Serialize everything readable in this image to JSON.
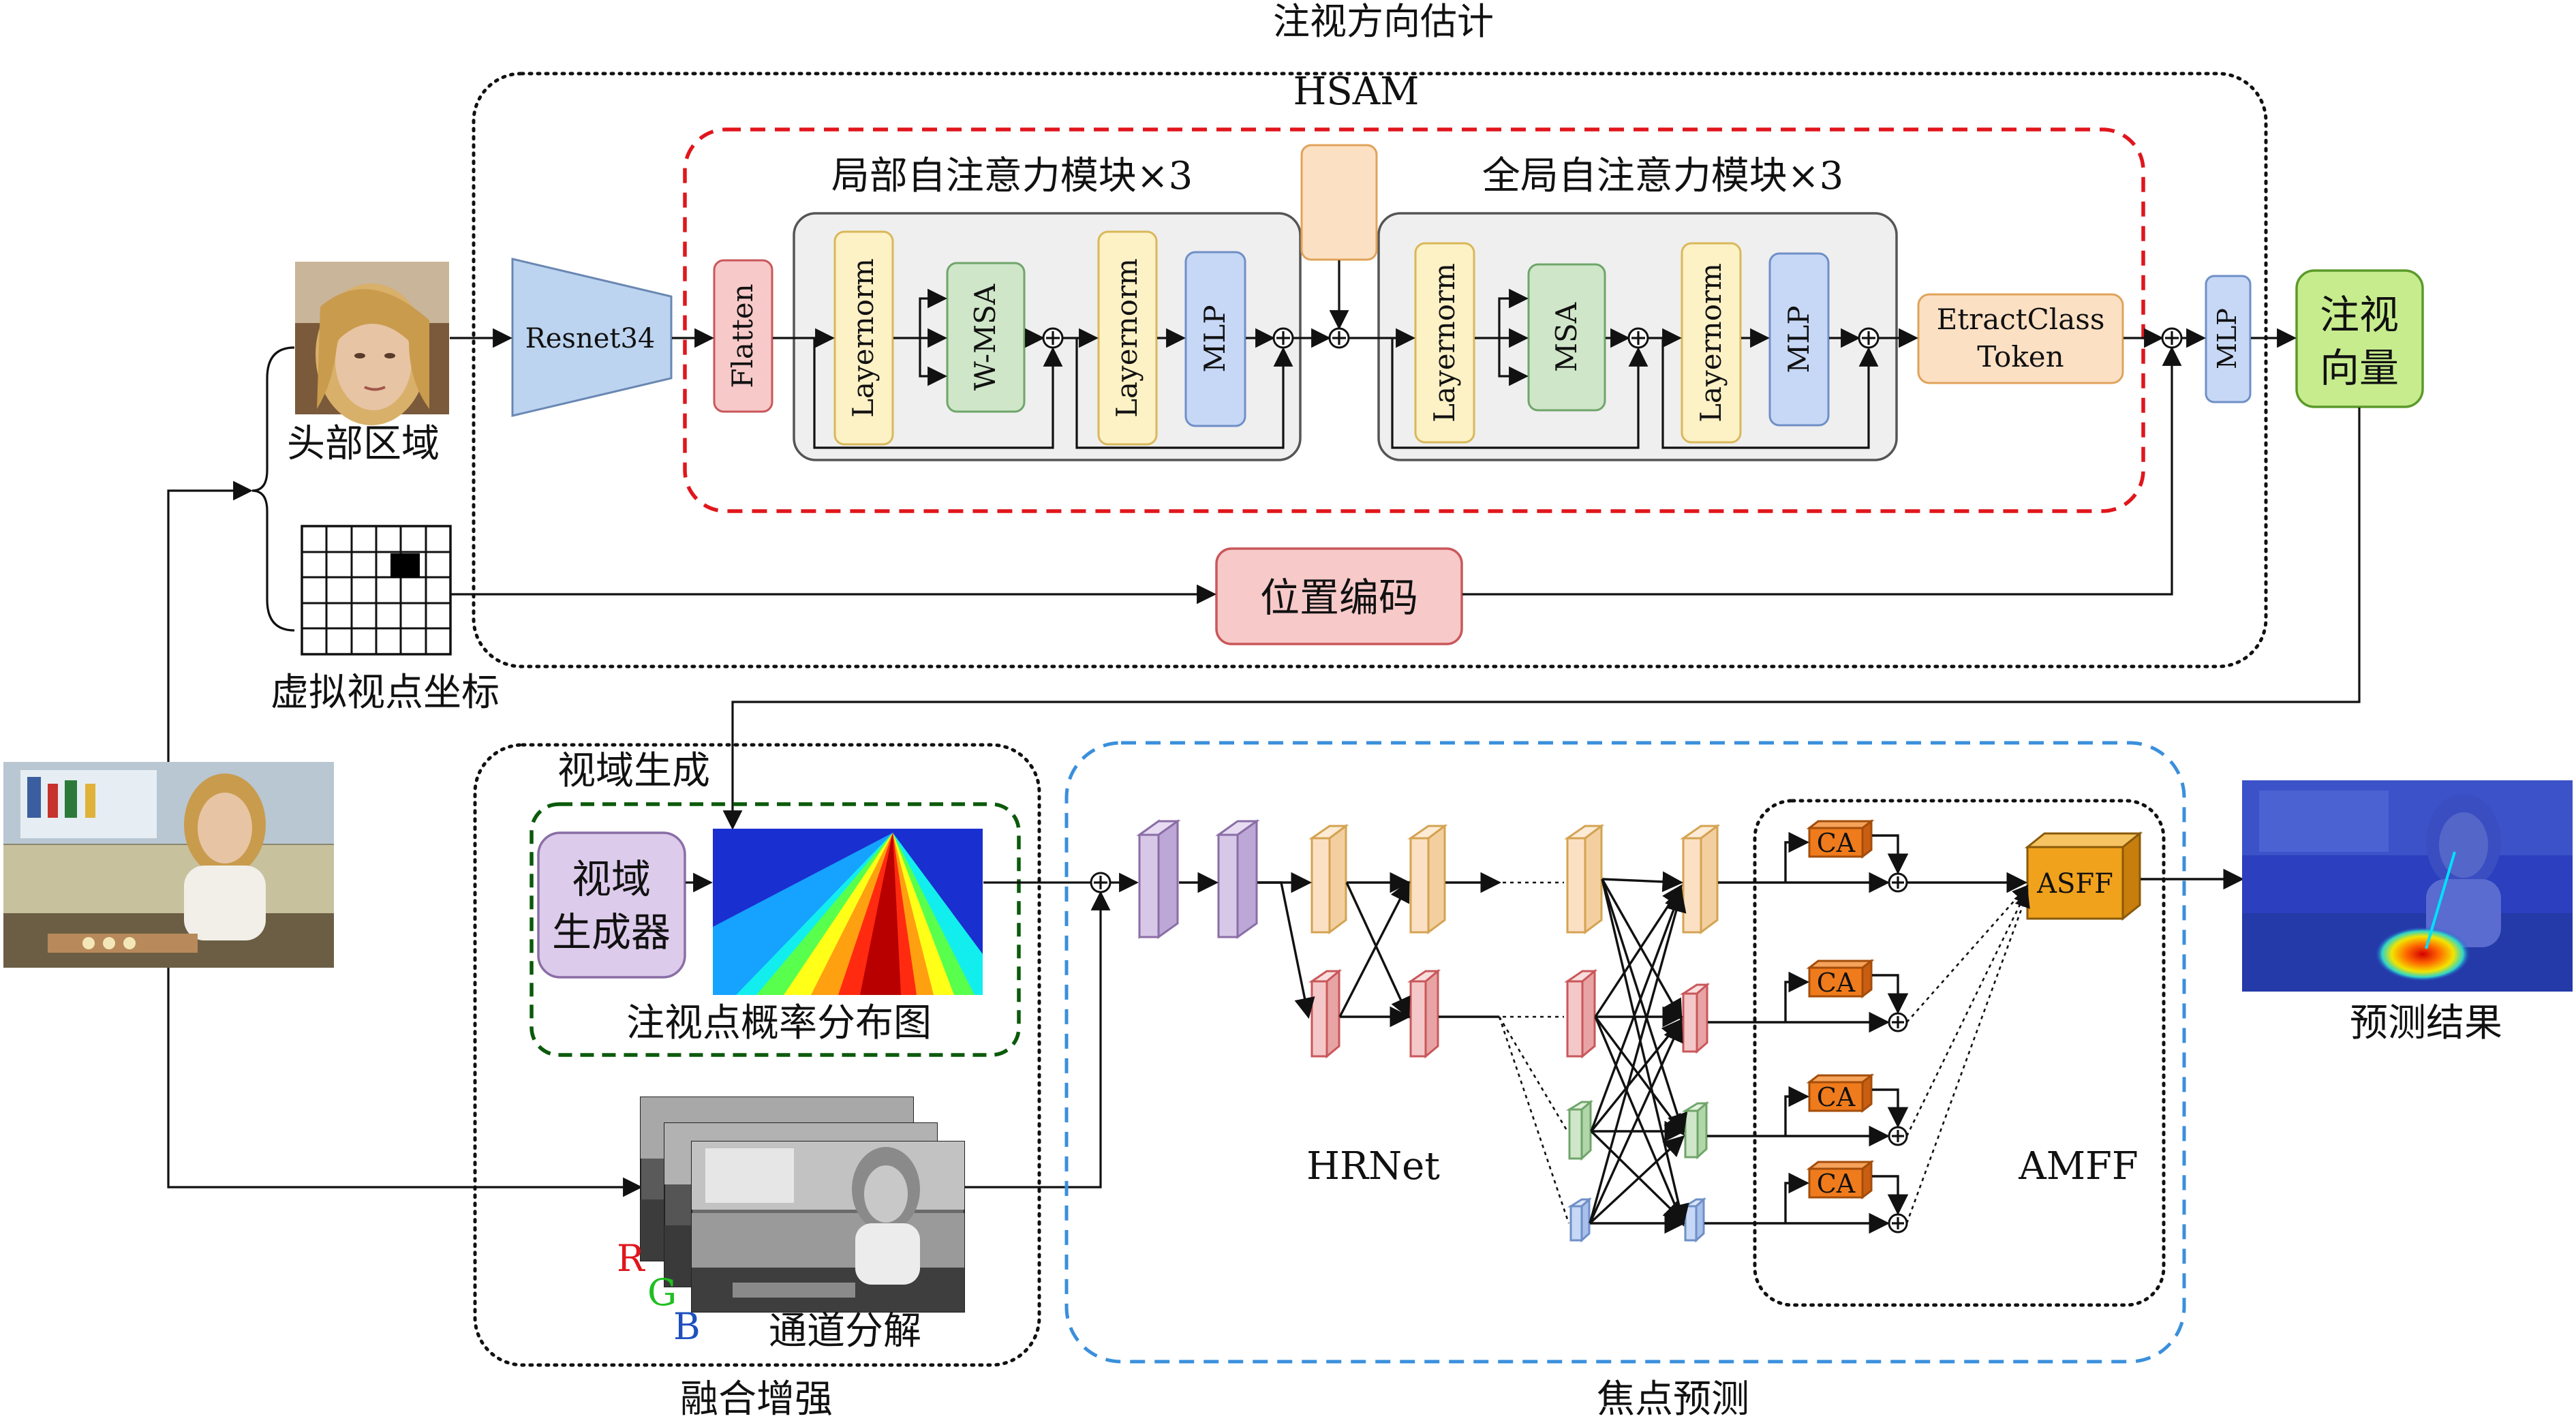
{
  "title_top": "注视方向估计",
  "hsam": {
    "label": "HSAM",
    "local_block_title": "局部自注意力模块×3",
    "global_block_title": "全局自注意力模块×3",
    "resnet": "Resnet34",
    "flatten": "Flatten",
    "layernorm": "Layernorm",
    "wmsa": "W-MSA",
    "msa": "MSA",
    "mlp": "MLP",
    "class_token_line1": "EtractClass",
    "class_token_line2": "Token",
    "pos_encoding": "位置编码",
    "gaze_vector_line1": "注视",
    "gaze_vector_line2": "向量",
    "head_region": "头部区域",
    "virtual_coord": "虚拟视点坐标"
  },
  "fusion": {
    "label": "融合增强",
    "fov_gen": "视域生成",
    "fov_generator_line1": "视域",
    "fov_generator_line2": "生成器",
    "prob_map": "注视点概率分布图",
    "channel_decomp": "通道分解",
    "r": "R",
    "g": "G",
    "b": "B"
  },
  "focus": {
    "label": "焦点预测",
    "hrnet": "HRNet",
    "amff": "AMFF",
    "ca": "CA",
    "asff": "ASFF"
  },
  "result": "预测结果",
  "colors": {
    "red_dash": "#e0161c",
    "green_dash": "#0b5a0b",
    "blue_dash": "#3a8fdc",
    "resnet_fill": "#bcd4f0",
    "flatten_fill": "#f7c9c9",
    "layernorm_fill": "#fdf1c6",
    "msa_fill": "#cfe6c8",
    "mlp_fill": "#c7d8f6",
    "token_fill": "#fbe0c4",
    "gaze_fill": "#c7ec8e",
    "generator_fill": "#dccbea",
    "ca_fill": "#ef7b1c",
    "asff_fill": "#f0a21c"
  }
}
